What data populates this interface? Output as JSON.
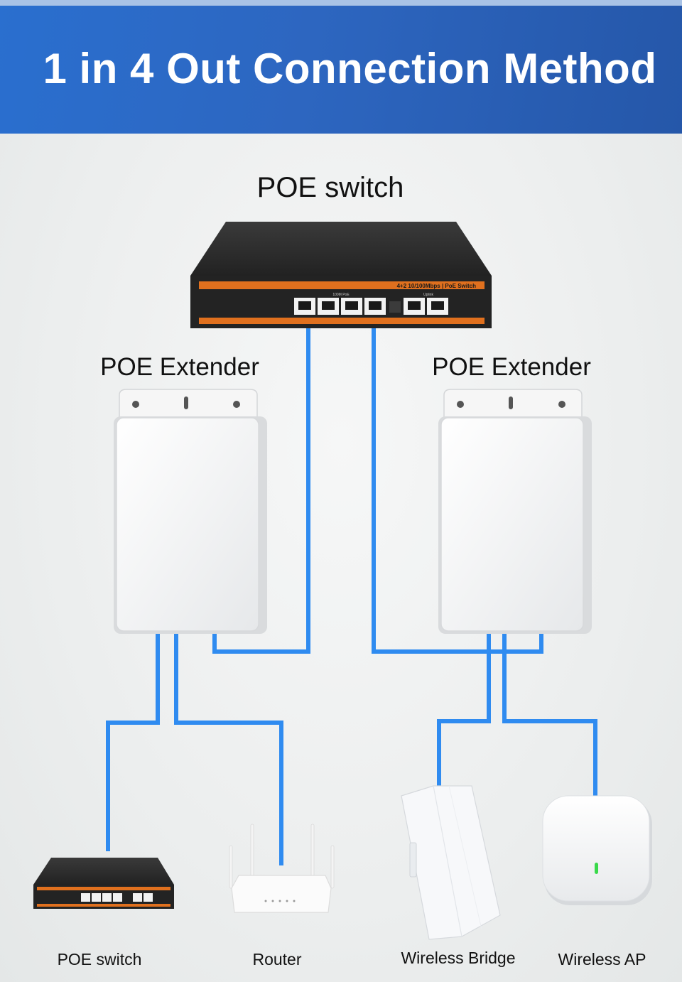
{
  "header": {
    "title": "1 in 4 Out Connection Method"
  },
  "labels": {
    "top_switch": "POE switch",
    "extender_left": "POE Extender",
    "extender_right": "POE Extender",
    "bottom_switch": "POE switch",
    "router": "Router",
    "wireless_bridge": "Wireless Bridge",
    "wireless_ap": "Wireless AP"
  },
  "switch_panel": {
    "model_text": "4+2 10/100Mbps | PoE Switch",
    "poe_label": "100M PoE",
    "uplink_label": "Uplink"
  },
  "colors": {
    "header_blue": "#2a6fcf",
    "cable_blue": "#2f8bf0",
    "switch_body": "#2a2a2a",
    "switch_stripe": "#e0701e",
    "led_green": "#39d94a"
  }
}
